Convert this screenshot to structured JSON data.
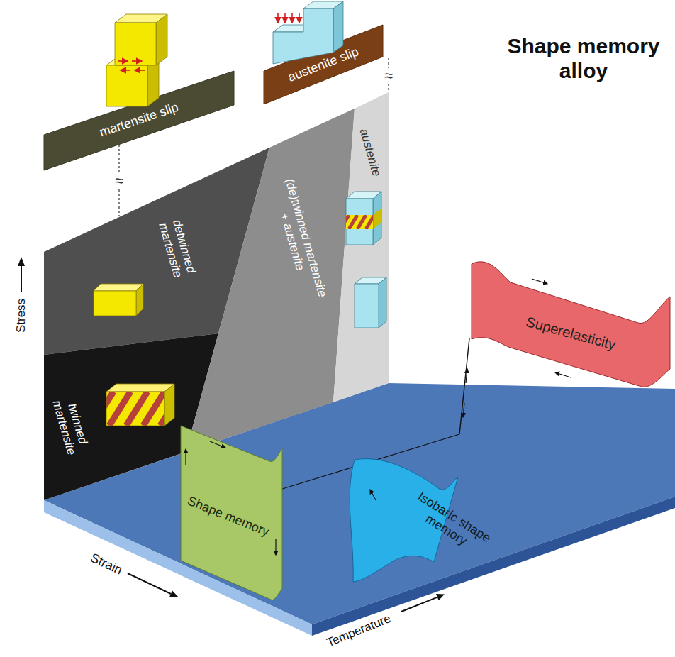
{
  "diagram": {
    "title": "Shape memory alloy",
    "nodes": [
      {
        "text": [
          "martensite slip"
        ]
      },
      {
        "text": [
          "austenite slip"
        ]
      },
      {
        "text": [
          "detwinned martensite"
        ]
      },
      {
        "text": [
          "twinned martensite"
        ]
      },
      {
        "text": [
          "(de)twinned martensite + austenite"
        ]
      },
      {
        "text": [
          "austenite"
        ]
      },
      {
        "text": [
          "Superelasticity"
        ]
      },
      {
        "text": [
          "Shape memory"
        ]
      },
      {
        "text": [
          "Isobaric shape memory"
        ]
      }
    ],
    "labels": [
      "Stress",
      "Strain",
      "Temperature",
      "≈",
      "≈"
    ]
  }
}
